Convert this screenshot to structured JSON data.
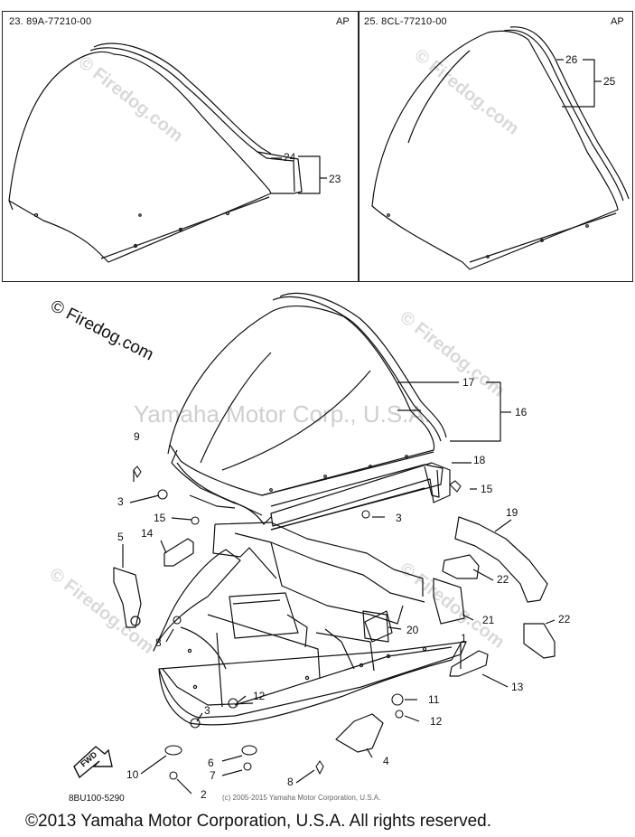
{
  "insets": [
    {
      "title": "23. 89A-77210-00",
      "ap": "AP",
      "callouts": [
        "24",
        "23"
      ]
    },
    {
      "title": "25. 8CL-77210-00",
      "ap": "AP",
      "callouts": [
        "26",
        "25"
      ]
    }
  ],
  "watermarks": {
    "site": "© Firedog.com",
    "tile": "© Firedog.com",
    "center": "Yamaha Motor Corp., U.S.A."
  },
  "callouts": {
    "c17": "17",
    "c16": "16",
    "c18": "18",
    "c9": "9",
    "c3a": "3",
    "c15a": "15",
    "c3b": "3",
    "c15b": "15",
    "c14": "14",
    "c5": "5",
    "c19": "19",
    "c22a": "22",
    "c22b": "22",
    "c20": "20",
    "c21": "21",
    "c8a": "8",
    "c1": "1",
    "c13": "13",
    "c12a": "12",
    "c3c": "3",
    "c11": "11",
    "c12b": "12",
    "c6": "6",
    "c4": "4",
    "c10": "10",
    "c7": "7",
    "c8b": "8",
    "c2": "2"
  },
  "fwd_label": "FWD",
  "part_code": "8BU100-5290",
  "small_copyright": "(c) 2005-2015 Yamaha Motor Corporation, U.S.A.",
  "footer": "©2013 Yamaha Motor Corporation, U.S.A. All rights reserved."
}
